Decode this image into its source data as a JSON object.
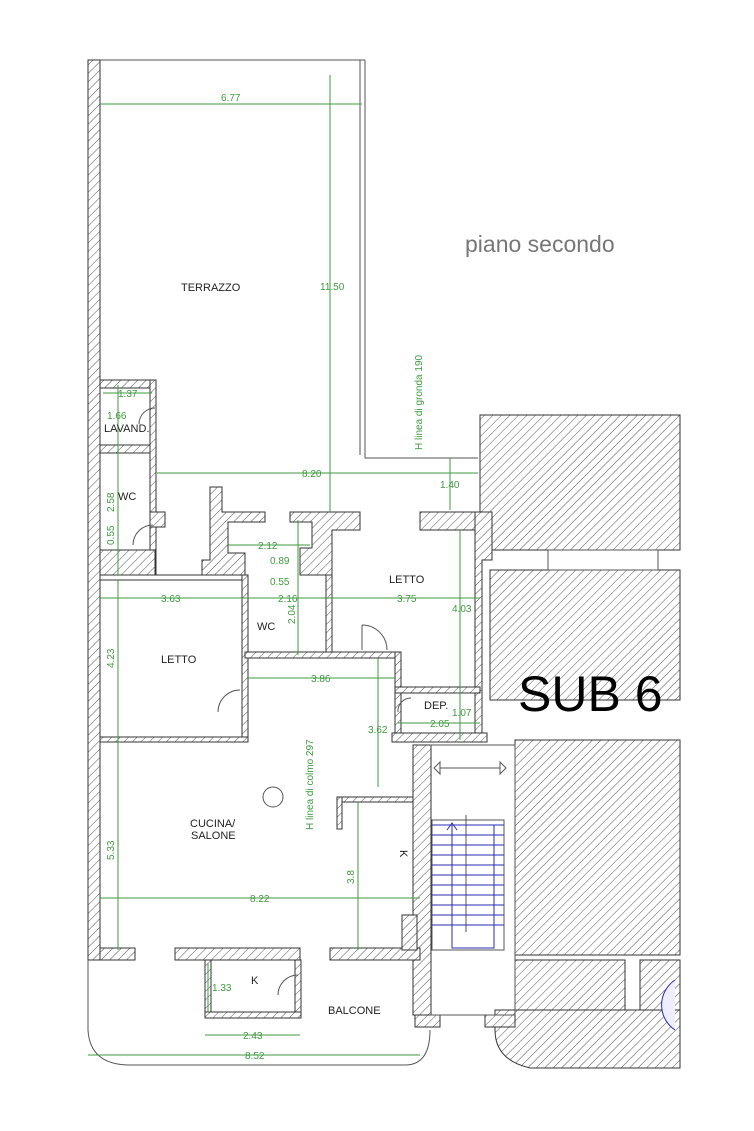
{
  "title": "piano secondo",
  "unit_label": "SUB 6",
  "rooms": {
    "terrazzo": "TERRAZZO",
    "lavand": "LAVAND.",
    "wc1": "WC",
    "wc2": "WC",
    "letto1": "LETTO",
    "letto2": "LETTO",
    "dep": "DEP.",
    "cucina1": "CUCINA/",
    "cucina2": "SALONE",
    "balcone": "BALCONE",
    "k1": "K",
    "k2": "K"
  },
  "notes": {
    "gronda": "H linea di gronda 190",
    "colmo": "H linea di colmo 297"
  },
  "dimensions": {
    "d677": "6.77",
    "d1150": "11.50",
    "d137": "1.37",
    "d166": "1.66",
    "d820": "8.20",
    "d140": "1.40",
    "d258": "2.58",
    "d055a": "0.55",
    "d212": "2.12",
    "d089": "0.89",
    "d055b": "0.55",
    "d363": "3.63",
    "d216": "2.16",
    "d204": "2.04",
    "d375": "3.75",
    "d403": "4.03",
    "d423": "4.23",
    "d386": "3.86",
    "d362": "3.62",
    "d107": "1.07",
    "d205": "2.05",
    "d533": "5.33",
    "d38": "3.8",
    "d822": "8.22",
    "d133": "1.33",
    "d243": "2.43",
    "d852": "8.52"
  },
  "colors": {
    "dimension": "#3f9a3f",
    "stairs": "#2a2ab0",
    "walls": "#333333"
  }
}
